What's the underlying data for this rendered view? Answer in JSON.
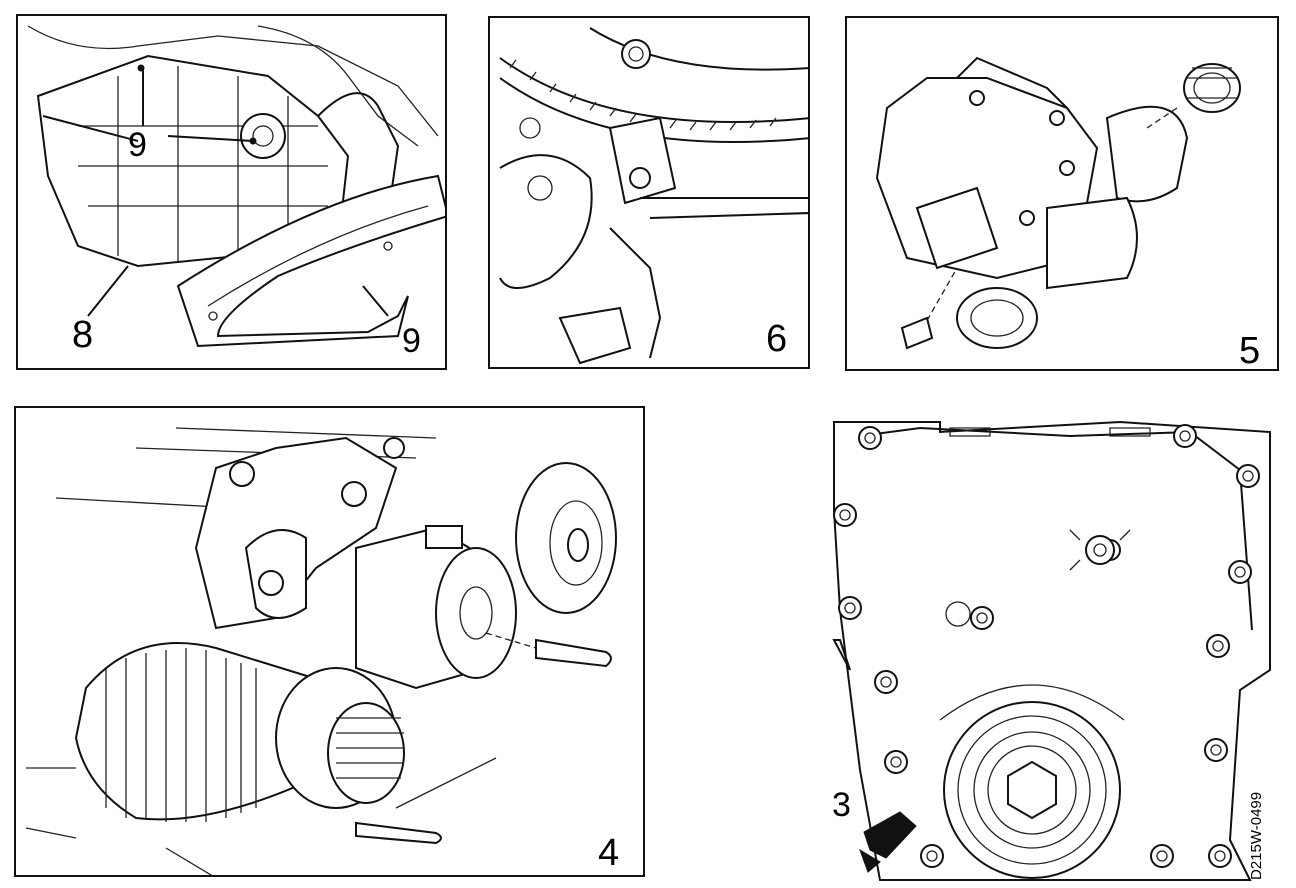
{
  "panels": {
    "p8": {
      "number": "8",
      "callouts": [
        "9",
        "9"
      ]
    },
    "p6": {
      "number": "6"
    },
    "p5": {
      "number": "5"
    },
    "p4": {
      "number": "4"
    },
    "p3": {
      "number": "3"
    }
  },
  "figure_code": "D215W-0499"
}
